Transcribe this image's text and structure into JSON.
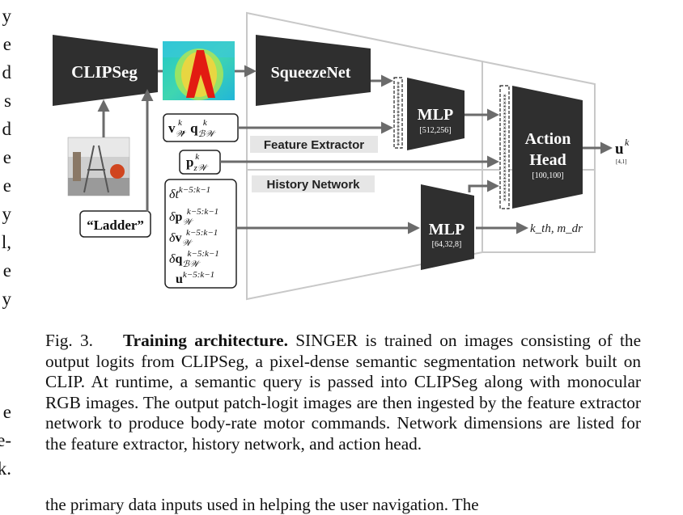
{
  "left_margin_fragments": [
    "y",
    "e",
    "d",
    "s",
    "d",
    "e",
    "e",
    "y",
    "l,",
    "e",
    "y",
    "e",
    "e-",
    "k."
  ],
  "figure": {
    "clipseg_label": "CLIPSeg",
    "squeezenet_label": "SqueezeNet",
    "mlp1_label": "MLP",
    "mlp1_dims": "[512,256]",
    "mlp2_label": "MLP",
    "mlp2_dims": "[64,32,8]",
    "action_head_line1": "Action",
    "action_head_line2": "Head",
    "action_head_dims": "[100,100]",
    "feature_extractor_label": "Feature Extractor",
    "history_network_label": "History Network",
    "query_label": "“Ladder”",
    "output_dims": "[4,1]",
    "output_aux": "k_th, m_dr"
  },
  "caption": {
    "fig_number": "Fig. 3.",
    "bold_title": "Training architecture.",
    "text": "SINGER is trained on images consisting of the output logits from CLIPSeg, a pixel-dense semantic segmentation network built on CLIP. At runtime, a semantic query is passed into CLIPSeg along with monocular RGB images. The output patch-logit images are then ingested by the feature extractor network to produce body-rate motor commands. Network dimensions are listed for the feature extractor, history network, and action head."
  },
  "bottom_fragment": "the primary data inputs used in helping the user navigation. The"
}
